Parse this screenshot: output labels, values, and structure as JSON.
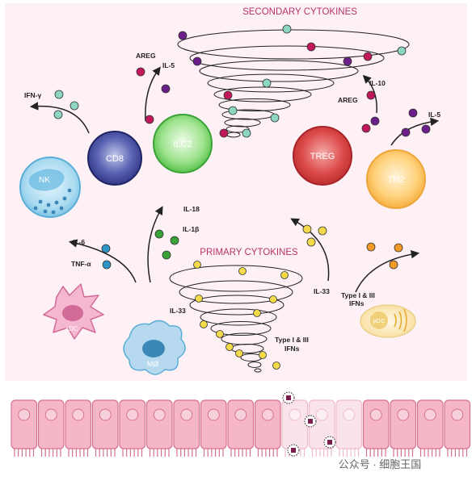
{
  "colors": {
    "background": "#fdf1f5",
    "accent_title": "#b8326a",
    "dot_teal": "#8ed6c4",
    "dot_purple": "#6b1f8a",
    "dot_magenta": "#c2185b",
    "dot_green": "#3aa335",
    "dot_yellow": "#f3da4a",
    "dot_orange": "#f39a27",
    "dot_blue": "#2c95c8",
    "epithelium": "#f5b6c8"
  },
  "titles": {
    "secondary": "SECONDARY CYTOKINES",
    "primary": "PRIMARY CYTOKINES"
  },
  "cells": {
    "nk": "NK",
    "cd8": "CD8",
    "ilc2": "ILC2",
    "treg": "TREG",
    "th2": "TH2",
    "cdc": "cDC",
    "macrophage": "MØ",
    "pdc": "pDC"
  },
  "labels": {
    "ifn_gamma": "IFN-γ",
    "areg_left": "AREG",
    "il5_left": "IL-5",
    "il10": "IL-10",
    "areg_right": "AREG",
    "il5_right": "IL-5",
    "il18": "IL-18",
    "il1b": "IL-1β",
    "il6": "IL-6",
    "tnf_alpha": "TNF-α",
    "il33_left": "IL-33",
    "il33_right": "IL-33",
    "type_ifn_right_l1": "Type I & III",
    "type_ifn_right_l2": "IFNs",
    "type_ifn_center_l1": "Type I & III",
    "type_ifn_center_l2": "IFNs"
  },
  "watermark": "公众号 · 细胞王国"
}
